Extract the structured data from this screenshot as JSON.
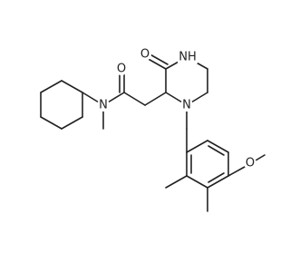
{
  "molecule": {
    "atom_labels": {
      "amide_carbonyl_oxygen": "O",
      "amide_nitrogen": "N",
      "ring_carbonyl_oxygen": "O",
      "ring_nh": "NH",
      "ring_tertiary_nitrogen": "N",
      "methoxy_oxygen": "O"
    },
    "colors": {
      "bond": "#222222",
      "label": "#222222",
      "background": "#ffffff"
    }
  }
}
